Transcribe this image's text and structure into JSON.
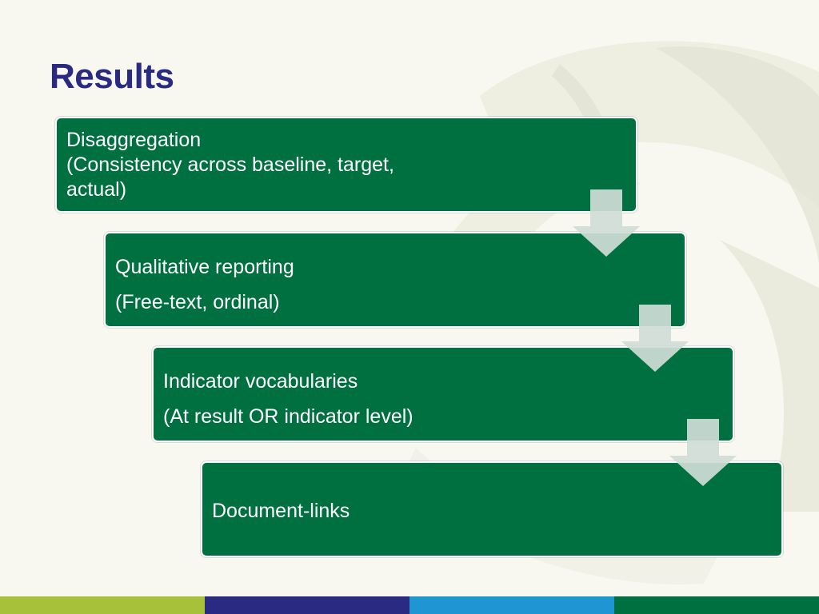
{
  "slide": {
    "title": "Results"
  },
  "steps": [
    {
      "text": "Disaggregation\n(Consistency across baseline, target,\nactual)"
    },
    {
      "text": "Qualitative reporting\n(Free-text, ordinal)"
    },
    {
      "text": "Indicator vocabularies\n(At result OR indicator level)"
    },
    {
      "text": "Document-links"
    }
  ],
  "colors": {
    "title": "#2b2a82",
    "box_fill": "#007040",
    "arrow_fill": "#cfdcd6",
    "background": "#f8f8f0",
    "footer": [
      "#a7c23a",
      "#2b2a82",
      "#1f96d3",
      "#007040"
    ]
  }
}
